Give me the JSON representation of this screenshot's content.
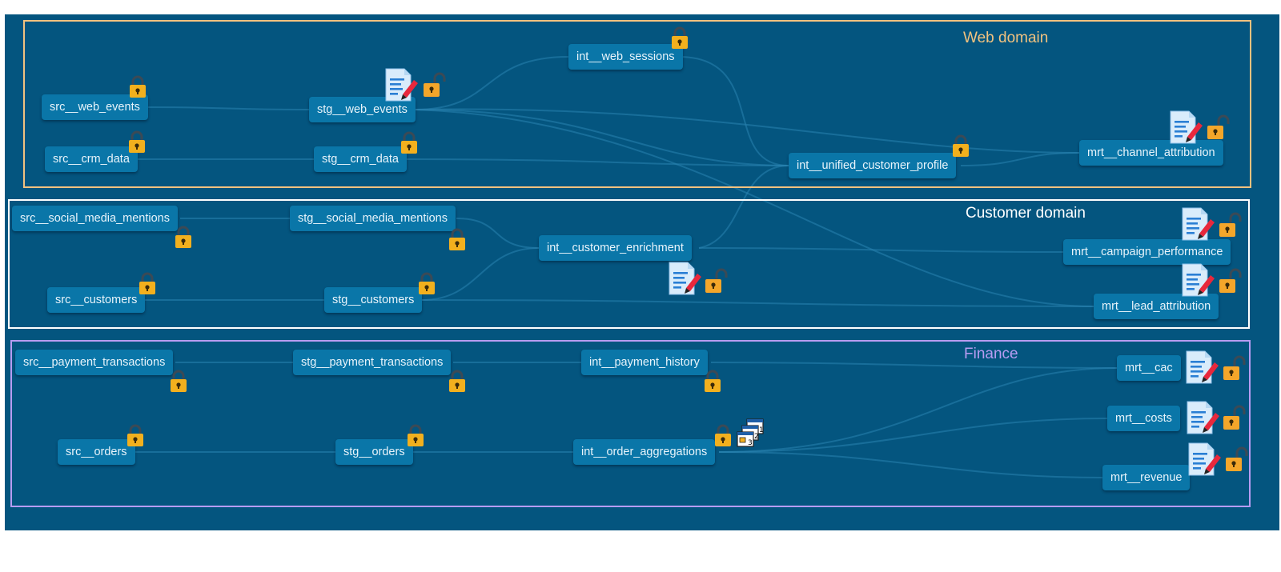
{
  "colors": {
    "canvas": "#04557f",
    "node": "#0a76a8",
    "node_text": "#e8f4fb",
    "edge": "#2a84b0",
    "lock": "#f2b01e",
    "web_domain": "#f2c27f",
    "customer_domain": "#ffffff",
    "finance_domain": "#b79cf2"
  },
  "domains": {
    "web": {
      "label": "Web domain"
    },
    "customer": {
      "label": "Customer domain"
    },
    "finance": {
      "label": "Finance"
    }
  },
  "nodes": {
    "src_web_events": "src__web_events",
    "src_crm_data": "src__crm_data",
    "stg_web_events": "stg__web_events",
    "stg_crm_data": "stg__crm_data",
    "int_web_sessions": "int__web_sessions",
    "int_unified_customer_profile": "int__unified_customer_profile",
    "mrt_channel_attribution": "mrt__channel_attribution",
    "src_social_media_mentions": "src__social_media_mentions",
    "stg_social_media_mentions": "stg__social_media_mentions",
    "src_customers": "src__customers",
    "stg_customers": "stg__customers",
    "int_customer_enrichment": "int__customer_enrichment",
    "mrt_campaign_performance": "mrt__campaign_performance",
    "mrt_lead_attribution": "mrt__lead_attribution",
    "src_payment_transactions": "src__payment_transactions",
    "stg_payment_transactions": "stg__payment_transactions",
    "int_payment_history": "int__payment_history",
    "mrt_cac": "mrt__cac",
    "src_orders": "src__orders",
    "stg_orders": "stg__orders",
    "int_order_aggregations": "int__order_aggregations",
    "mrt_costs": "mrt__costs",
    "mrt_revenue": "mrt__revenue"
  },
  "icons": {
    "locked": "padlock-closed-icon",
    "unlocked": "padlock-open-icon",
    "contract": "document-edit-icon",
    "versions": "stacked-versions-icon",
    "version_numbers": [
      "1",
      "2",
      "3"
    ]
  }
}
